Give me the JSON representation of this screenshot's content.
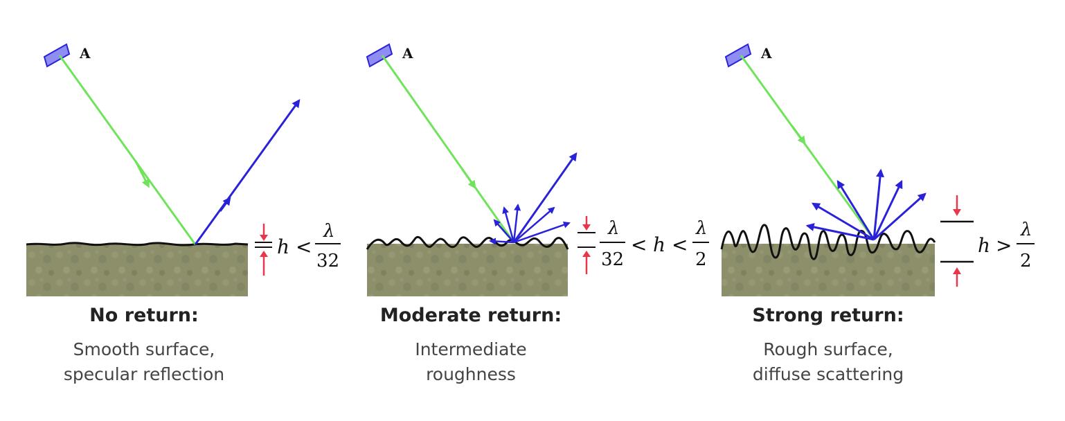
{
  "colors": {
    "incident": "#6fe35a",
    "reflected": "#2a22d8",
    "antenna": "#8f8cf2",
    "surface_line": "#111111",
    "ground": "#8c8f6a",
    "arrow_marker": "#e8364a"
  },
  "icons": [
    "antenna-icon",
    "incident-ray",
    "reflected-ray",
    "height-indicator"
  ],
  "panels": [
    {
      "antenna_label": "A",
      "title": "No return:",
      "desc_line1": "Smooth surface,",
      "desc_line2": "specular reflection",
      "h": "h",
      "rel1": "<",
      "rel2": "",
      "num": "λ",
      "den": "32",
      "left_num": "",
      "left_den": ""
    },
    {
      "antenna_label": "A",
      "title": "Moderate return:",
      "desc_line1": "Intermediate",
      "desc_line2": "roughness",
      "h": "h",
      "rel1": "<",
      "rel2": "<",
      "num": "λ",
      "den": "2",
      "left_num": "λ",
      "left_den": "32"
    },
    {
      "antenna_label": "A",
      "title": "Strong return:",
      "desc_line1": "Rough surface,",
      "desc_line2": "diffuse scattering",
      "h": "h",
      "rel1": ">",
      "rel2": "",
      "num": "λ",
      "den": "2",
      "left_num": "",
      "left_den": ""
    }
  ]
}
